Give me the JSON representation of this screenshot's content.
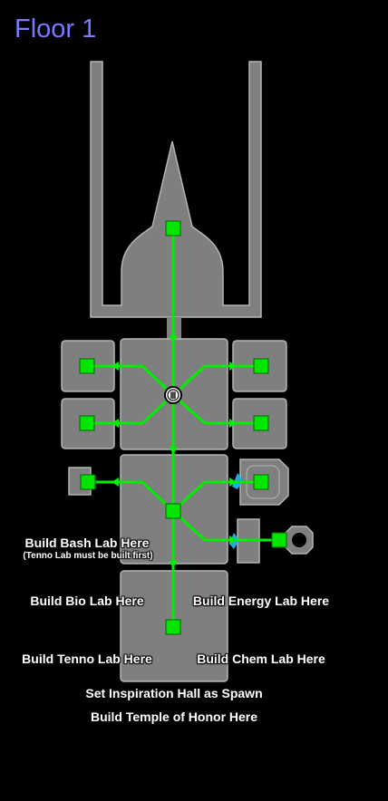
{
  "title": "Floor 1",
  "colors": {
    "background": "#000000",
    "room_fill": "#7f7f7f",
    "room_stroke": "#b5b5b5",
    "connector": "#00ee00",
    "node": "#00e600",
    "title": "#7a7aff",
    "label": "#ffffff",
    "door_accent": "#22aadd"
  },
  "labels": {
    "bash": "Build Bash Lab Here",
    "bash_note": "(Tenno Lab must be built first)",
    "bio": "Build Bio Lab Here",
    "energy": "Build Energy Lab Here",
    "tenno": "Build Tenno Lab Here",
    "chem": "Build Chem Lab Here",
    "spawn": "Set Inspiration Hall as Spawn",
    "temple": "Build Temple of Honor Here"
  },
  "hub_marker": "Ⅲ"
}
